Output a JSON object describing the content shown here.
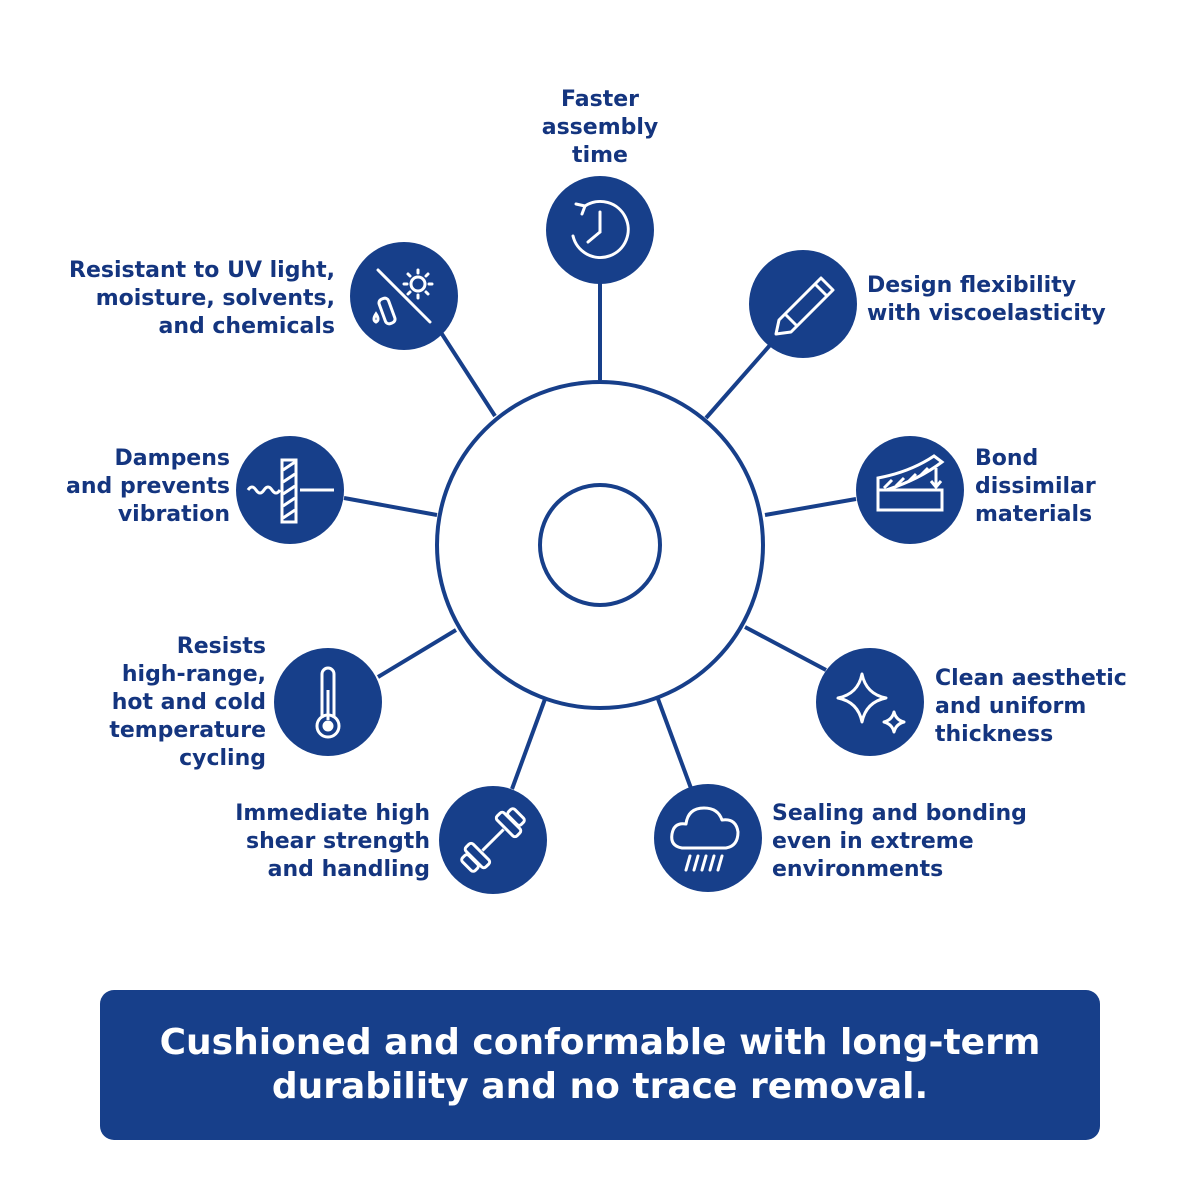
{
  "colors": {
    "primary": "#173f8a",
    "text": "#14357f",
    "background": "#ffffff"
  },
  "hub": {
    "outer_ring": "tape-ring",
    "inner_ring": "tape-core"
  },
  "nodes": [
    {
      "id": "top",
      "label": "Faster\nassembly\ntime",
      "icon": "clock-cycle-icon"
    },
    {
      "id": "upper-right",
      "label": "Design flexibility\nwith viscoelasticity",
      "icon": "pencil-icon"
    },
    {
      "id": "right",
      "label": "Bond\ndissimilar\nmaterials",
      "icon": "layered-materials-icon"
    },
    {
      "id": "lower-right",
      "label": "Clean aesthetic\nand uniform\nthickness",
      "icon": "sparkle-icon"
    },
    {
      "id": "bottom-right",
      "label": "Sealing and bonding\neven in extreme\nenvironments",
      "icon": "rain-cloud-icon"
    },
    {
      "id": "bottom-left",
      "label": "Immediate high\nshear strength\nand handling",
      "icon": "dumbbell-icon"
    },
    {
      "id": "lower-left",
      "label": "Resists\nhigh-range,\nhot and cold\ntemperature\ncycling",
      "icon": "thermometer-icon"
    },
    {
      "id": "left",
      "label": "Dampens\nand prevents\nvibration",
      "icon": "vibration-damper-icon"
    },
    {
      "id": "upper-left",
      "label": "Resistant to UV light,\nmoisture, solvents,\nand chemicals",
      "icon": "uv-chemical-icon"
    }
  ],
  "banner": {
    "text": "Cushioned and conformable with long-term\ndurability and no trace removal."
  }
}
